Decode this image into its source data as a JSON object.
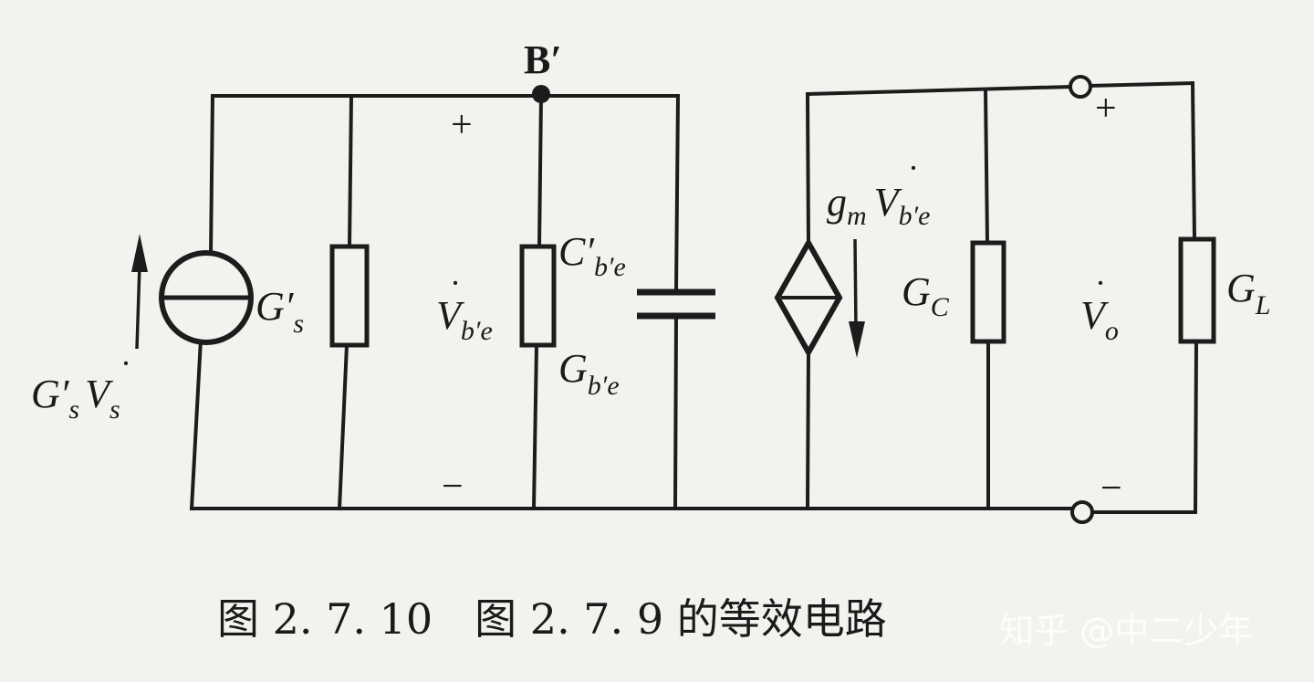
{
  "diagram": {
    "node_label": "B′",
    "sign_plus": "+",
    "sign_minus": "−",
    "source_label": {
      "main": "G′",
      "sub": "s",
      "main2": "V",
      "sub2": "s"
    },
    "gs_label": {
      "main": "G′",
      "sub": "s"
    },
    "vbe_label": {
      "main": "V",
      "sub": "b′e"
    },
    "cbe_label": {
      "main": "C′",
      "sub": "b′e"
    },
    "gbe_label": {
      "main": "G",
      "sub": "b′e"
    },
    "gm_label": {
      "main": "g",
      "sub": "m",
      "main2": "V",
      "sub2": "b′e"
    },
    "gc_label": {
      "main": "G",
      "sub": "C"
    },
    "vo_label": {
      "main": "V",
      "sub": "o"
    },
    "gl_label": {
      "main": "G",
      "sub": "L"
    },
    "caption": "图 2. 7. 10　图 2. 7. 9 的等效电路",
    "watermark": "知乎 @中二少年"
  }
}
